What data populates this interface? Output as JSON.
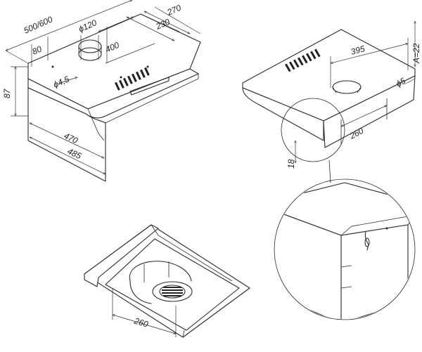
{
  "diagram": {
    "dimensions": {
      "width": "500/600",
      "depth": "270",
      "offset_230": "230",
      "spacing_400": "400",
      "duct_diameter": "ϕ120",
      "side_80": "80",
      "hole_diameter": "ϕ4,5",
      "height": "87",
      "inner_470": "470",
      "depth_485": "485",
      "span_395": "395",
      "a_value": "A=22",
      "hole_5": "ϕ5",
      "bracket_260": "260",
      "height_18": "18",
      "bottom_260": "260"
    }
  }
}
